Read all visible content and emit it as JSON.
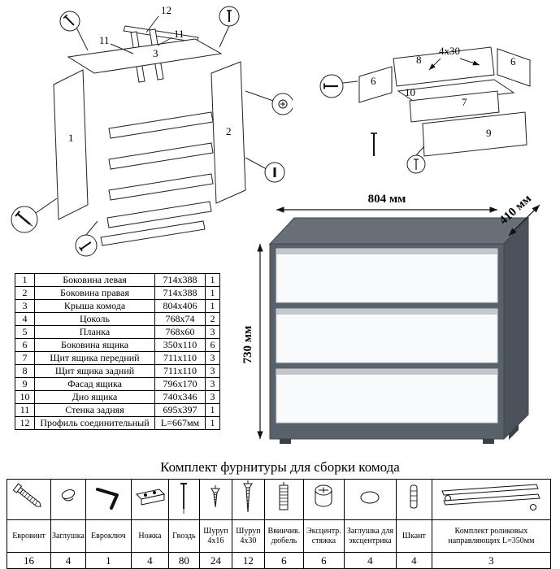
{
  "dresser": {
    "width_label": "804 мм",
    "depth_label": "410 мм",
    "height_label": "730 мм"
  },
  "diagram_left": {
    "labels": {
      "p12": "12",
      "p11a": "11",
      "p11b": "11",
      "p3": "3",
      "p1": "1",
      "p2": "2"
    }
  },
  "diagram_right": {
    "labels": {
      "p8": "8",
      "p6a": "6",
      "p6b": "6",
      "p7": "7",
      "p10": "10",
      "p9": "9",
      "screw_note": "4x30"
    }
  },
  "parts_table": {
    "rows": [
      {
        "num": "1",
        "name": "Боковина левая",
        "size": "714x388",
        "qty": "1"
      },
      {
        "num": "2",
        "name": "Боковина правая",
        "size": "714x388",
        "qty": "1"
      },
      {
        "num": "3",
        "name": "Крыша комода",
        "size": "804x406",
        "qty": "1"
      },
      {
        "num": "4",
        "name": "Цоколь",
        "size": "768x74",
        "qty": "2"
      },
      {
        "num": "5",
        "name": "Планка",
        "size": "768x60",
        "qty": "3"
      },
      {
        "num": "6",
        "name": "Боковина ящика",
        "size": "350x110",
        "qty": "6"
      },
      {
        "num": "7",
        "name": "Щит ящика передний",
        "size": "711x110",
        "qty": "3"
      },
      {
        "num": "8",
        "name": "Щит ящика задний",
        "size": "711x110",
        "qty": "3"
      },
      {
        "num": "9",
        "name": "Фасад ящика",
        "size": "796x170",
        "qty": "3"
      },
      {
        "num": "10",
        "name": "Дно ящика",
        "size": "740x346",
        "qty": "3"
      },
      {
        "num": "11",
        "name": "Стенка задняя",
        "size": "695x397",
        "qty": "1"
      },
      {
        "num": "12",
        "name": "Профиль соединительный",
        "size": "L=667мм",
        "qty": "1"
      }
    ]
  },
  "hardware": {
    "title": "Комплект фурнитуры для сборки комода",
    "items": [
      {
        "label": "Евровинт",
        "qty": "16"
      },
      {
        "label": "Заглушка",
        "qty": "4"
      },
      {
        "label": "Евроключ",
        "qty": "1"
      },
      {
        "label": "Ножка",
        "qty": "4"
      },
      {
        "label": "Гвоздь",
        "qty": "80"
      },
      {
        "label": "Шуруп 4x16",
        "qty": "24"
      },
      {
        "label": "Шуруп 4x30",
        "qty": "12"
      },
      {
        "label": "Ввинчив. дюбель",
        "qty": "6"
      },
      {
        "label": "Эксцентр. стяжка",
        "qty": "6"
      },
      {
        "label": "Заглушка для эксцентрика",
        "qty": "4"
      },
      {
        "label": "Шкант",
        "qty": "4"
      },
      {
        "label": "Комплект роликовых направляющих L=350мм",
        "qty": "3"
      }
    ]
  }
}
